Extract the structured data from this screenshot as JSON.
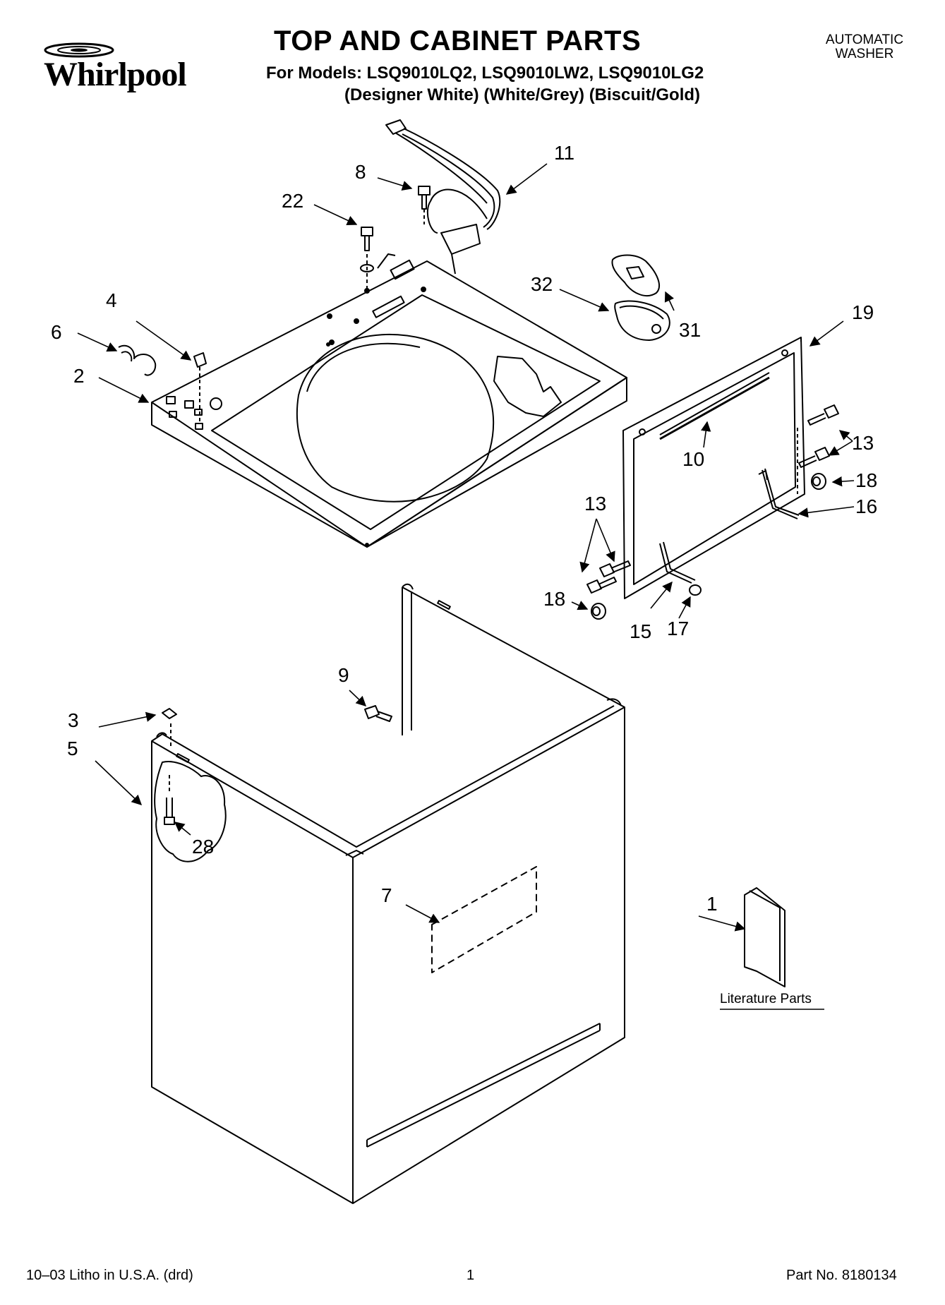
{
  "header": {
    "brand": "Whirlpool",
    "title": "TOP AND CABINET PARTS",
    "models_line": "For Models: LSQ9010LQ2, LSQ9010LW2, LSQ9010LG2",
    "colors_line": "(Designer White) (White/Grey) (Biscuit/Gold)",
    "product_type_line1": "AUTOMATIC",
    "product_type_line2": "WASHER"
  },
  "callouts": {
    "c1": "1",
    "c2": "2",
    "c3": "3",
    "c4": "4",
    "c5": "5",
    "c6": "6",
    "c7": "7",
    "c8": "8",
    "c9": "9",
    "c10": "10",
    "c11": "11",
    "c13a": "13",
    "c13b": "13",
    "c15": "15",
    "c16": "16",
    "c17": "17",
    "c18a": "18",
    "c18b": "18",
    "c19": "19",
    "c22": "22",
    "c28": "28",
    "c31": "31",
    "c32": "32"
  },
  "literature_label": "Literature Parts",
  "footer": {
    "litho": "10–03 Litho in U.S.A. (drd)",
    "page": "1",
    "part_no": "Part No. 8180134"
  }
}
